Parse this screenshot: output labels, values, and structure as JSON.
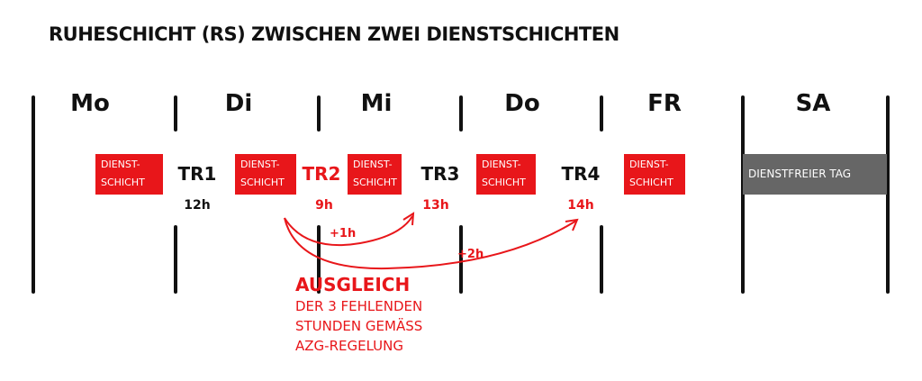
{
  "title": "RUHESCHICHT (RS) ZWISCHEN ZWEI DIENSTSCHICHTEN",
  "days": [
    "Mo",
    "Di",
    "Mi",
    "Do",
    "FR",
    "SA"
  ],
  "shift_label": {
    "line1": "DIENST-",
    "line2": "SCHICHT"
  },
  "rest_periods": [
    {
      "label": "TR1",
      "hours": "12h"
    },
    {
      "label": "TR2",
      "hours": "9h"
    },
    {
      "label": "TR3",
      "hours": "13h"
    },
    {
      "label": "TR4",
      "hours": "14h"
    }
  ],
  "free_day": "DIENSTFREIER TAG",
  "compensations": [
    "+1h",
    "+2h"
  ],
  "note": {
    "heading": "AUSGLEICH",
    "lines": [
      "DER 3 FEHLENDEN",
      "STUNDEN GEMÄSS",
      "AZG-REGELUNG"
    ]
  },
  "colors": {
    "accent": "#e8161a",
    "free_day": "#666666",
    "ink": "#111111"
  }
}
